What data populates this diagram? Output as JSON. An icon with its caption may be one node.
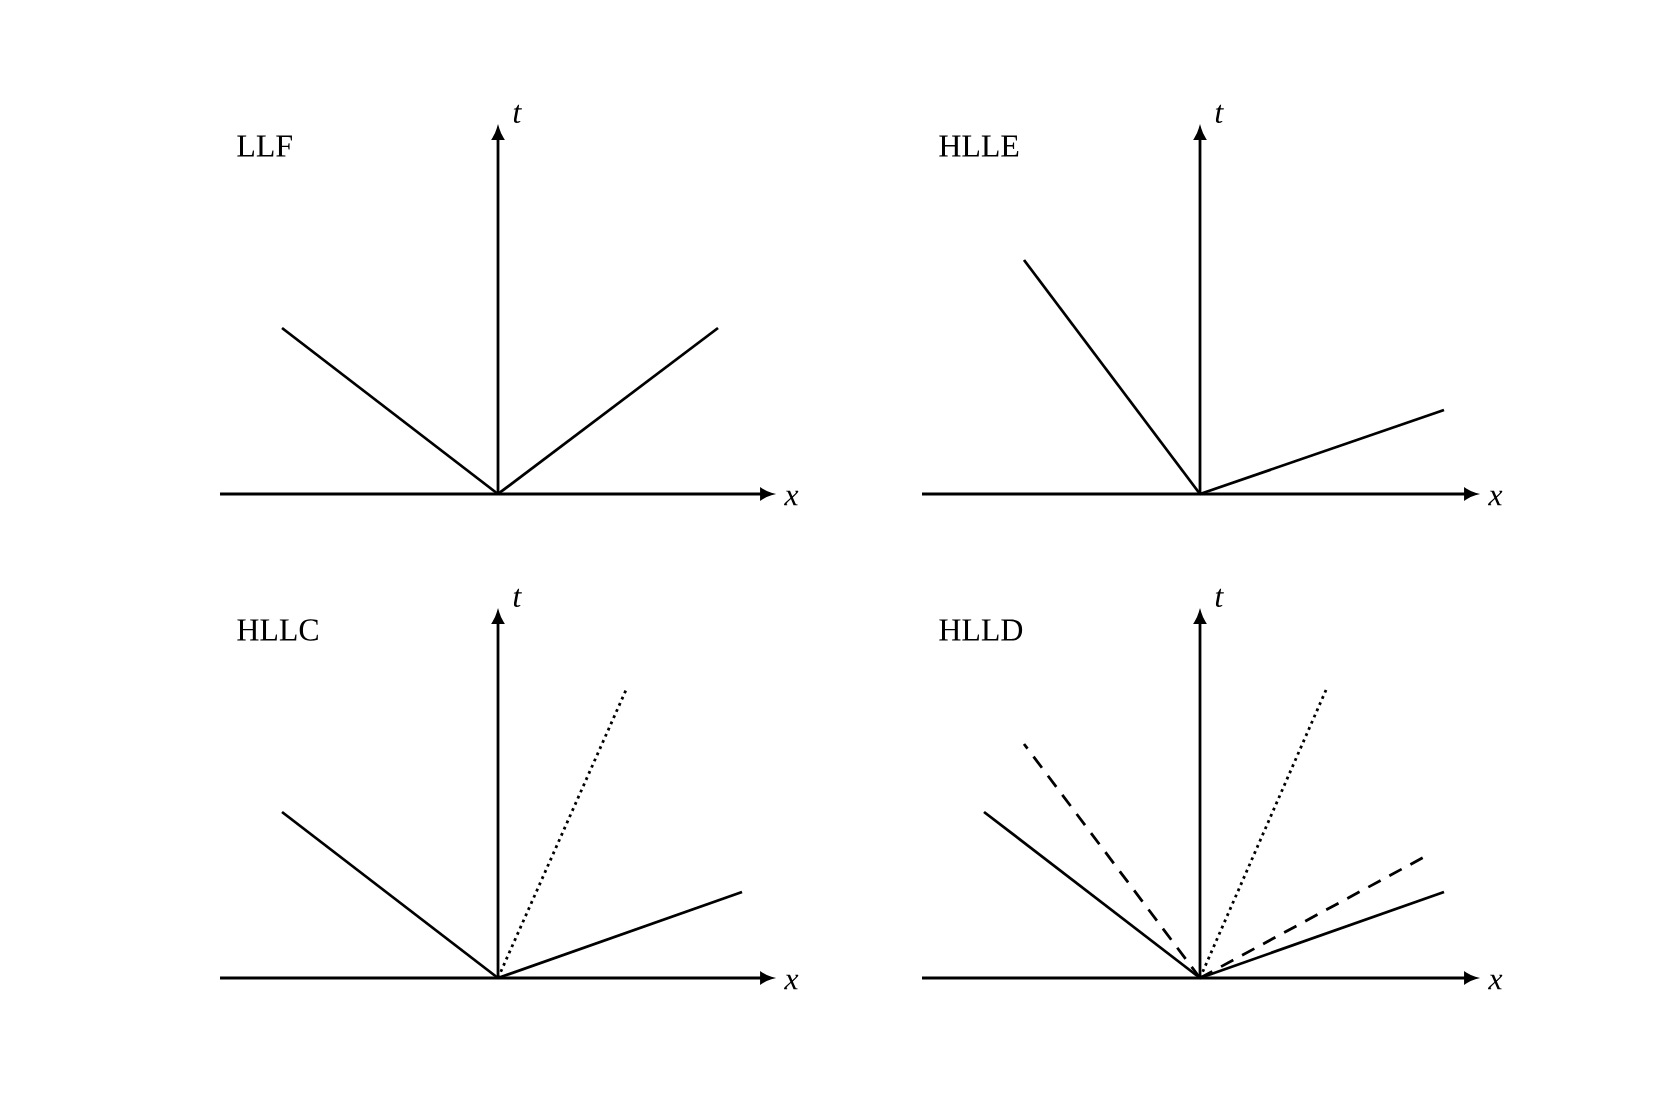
{
  "diagram": {
    "labels": [
      "LLF",
      "t",
      "x",
      "HLLE",
      "t",
      "x",
      "HLLC",
      "t",
      "x",
      "HLLD",
      "t",
      "x"
    ]
  }
}
